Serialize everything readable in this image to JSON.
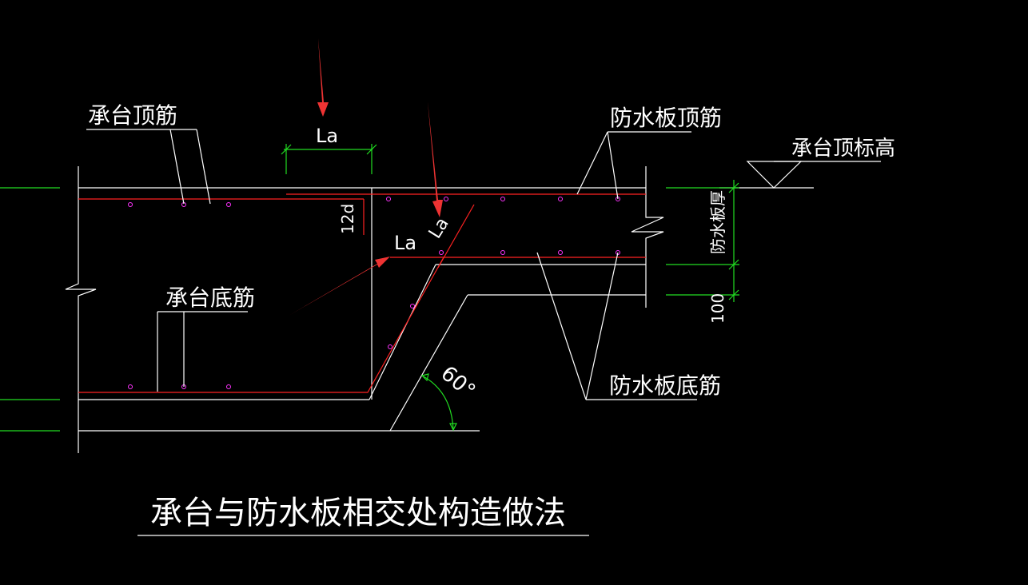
{
  "labels": {
    "pile_cap_top_bar": "承台顶筋",
    "pile_cap_bottom_bar": "承台底筋",
    "slab_top_bar": "防水板顶筋",
    "slab_bottom_bar": "防水板底筋",
    "cap_top_elevation": "承台顶标高",
    "slab_thickness": "防水板厚",
    "dim_100": "100",
    "dim_12d": "12d",
    "la_1": "La",
    "la_2": "La",
    "la_3": "La",
    "angle": "60°",
    "title": "承台与防水板相交处构造做法"
  },
  "colors": {
    "background": "#000000",
    "line": "#ffffff",
    "rebar": "#ff2222",
    "dimension": "#22dd22",
    "bar_section": "#ff33ff",
    "arrow": "#ee3333"
  }
}
